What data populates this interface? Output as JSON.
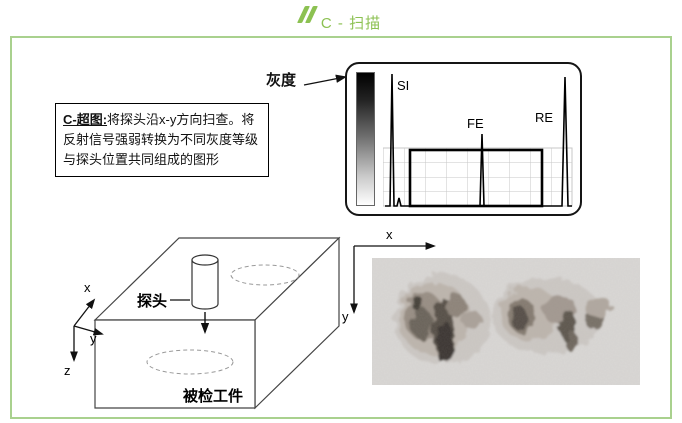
{
  "colors": {
    "accent": "#8cc152",
    "frame": "#a9d18e"
  },
  "header": {
    "title": "C - 扫描"
  },
  "note": {
    "title": "C-超图:",
    "body": "将探头沿x-y方向扫查。将反射信号强弱转换为不同灰度等级与探头位置共同组成的图形"
  },
  "ascan": {
    "grayscale_label": "灰度",
    "si": "SI",
    "fe": "FE",
    "re": "RE"
  },
  "specimen": {
    "probe_label": "探头",
    "part_label": "被检工件",
    "axis_x": "x",
    "axis_y": "y",
    "axis_z": "z"
  },
  "cscan": {
    "axis_x": "x",
    "axis_y": "y"
  }
}
